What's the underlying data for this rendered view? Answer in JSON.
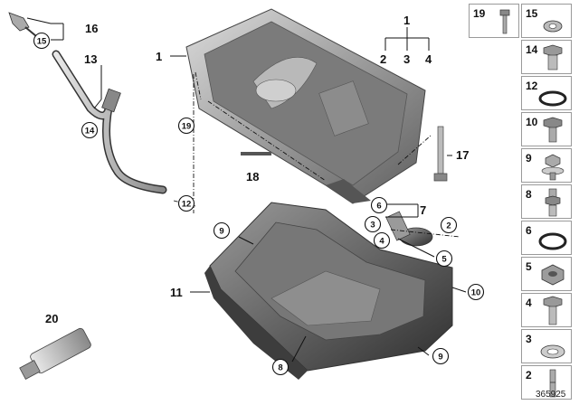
{
  "callouts": {
    "c1a": "1",
    "c1b": "1",
    "c2": "2",
    "c3": "3",
    "c4": "4",
    "c2b": "2",
    "c3b": "3",
    "c4b": "4",
    "c5": "5",
    "c6": "6",
    "c7": "7",
    "c8": "8",
    "c9a": "9",
    "c9b": "9",
    "c10": "10",
    "c11": "11",
    "c12": "12",
    "c13": "13",
    "c14": "14",
    "c15": "15",
    "c16": "16",
    "c17": "17",
    "c18": "18",
    "c19": "19",
    "c20": "20"
  },
  "legend": [
    {
      "num": "19",
      "icon": "bolt-pin-icon"
    },
    {
      "num": "15",
      "icon": "seal-ring-icon"
    },
    {
      "num": "14",
      "icon": "hex-bolt-icon"
    },
    {
      "num": "12",
      "icon": "o-ring-icon"
    },
    {
      "num": "10",
      "icon": "hex-screw-icon"
    },
    {
      "num": "9",
      "icon": "clip-nut-icon"
    },
    {
      "num": "8",
      "icon": "stud-bolt-icon"
    },
    {
      "num": "6",
      "icon": "o-ring-icon"
    },
    {
      "num": "5",
      "icon": "hex-nut-icon"
    },
    {
      "num": "4",
      "icon": "hex-bolt-icon"
    },
    {
      "num": "3",
      "icon": "washer-icon"
    },
    {
      "num": "2",
      "icon": "stud-icon"
    }
  ],
  "reference_number": "365925"
}
